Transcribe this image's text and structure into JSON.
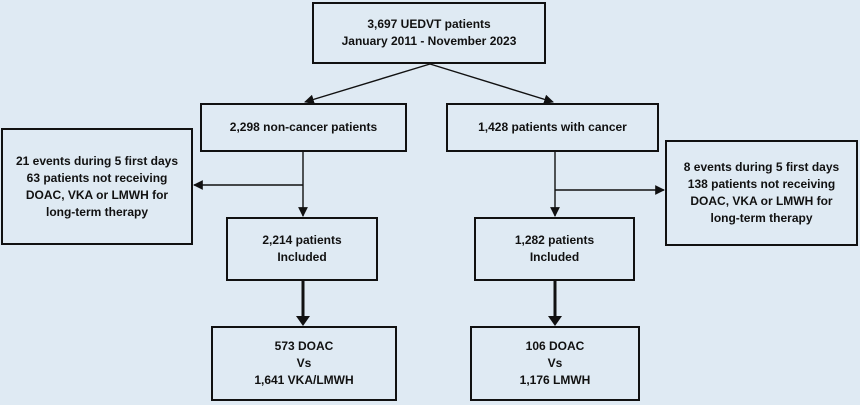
{
  "diagram": {
    "top": {
      "line1": "3,697 UEDVT patients",
      "line2": "January 2011 - November 2023"
    },
    "left_branch": {
      "group": "2,298 non-cancer patients",
      "exclusion": {
        "line1": "21 events during 5 first days",
        "line2": "63 patients not receiving",
        "line3": "DOAC, VKA or LMWH for",
        "line4": "long-term therapy"
      },
      "included": {
        "line1": "2,214 patients",
        "line2": "Included"
      },
      "treatment": {
        "line1": "573 DOAC",
        "line2": "Vs",
        "line3": "1,641 VKA/LMWH"
      }
    },
    "right_branch": {
      "group": "1,428 patients with cancer",
      "exclusion": {
        "line1": "8 events during 5 first days",
        "line2": "138 patients not receiving",
        "line3": "DOAC, VKA or LMWH for",
        "line4": "long-term therapy"
      },
      "included": {
        "line1": "1,282 patients",
        "line2": "Included"
      },
      "treatment": {
        "line1": "106 DOAC",
        "line2": "Vs",
        "line3": "1,176 LMWH"
      }
    }
  },
  "colors": {
    "background": "#dfeaf3",
    "border": "#111111",
    "arrow": "#111111"
  }
}
